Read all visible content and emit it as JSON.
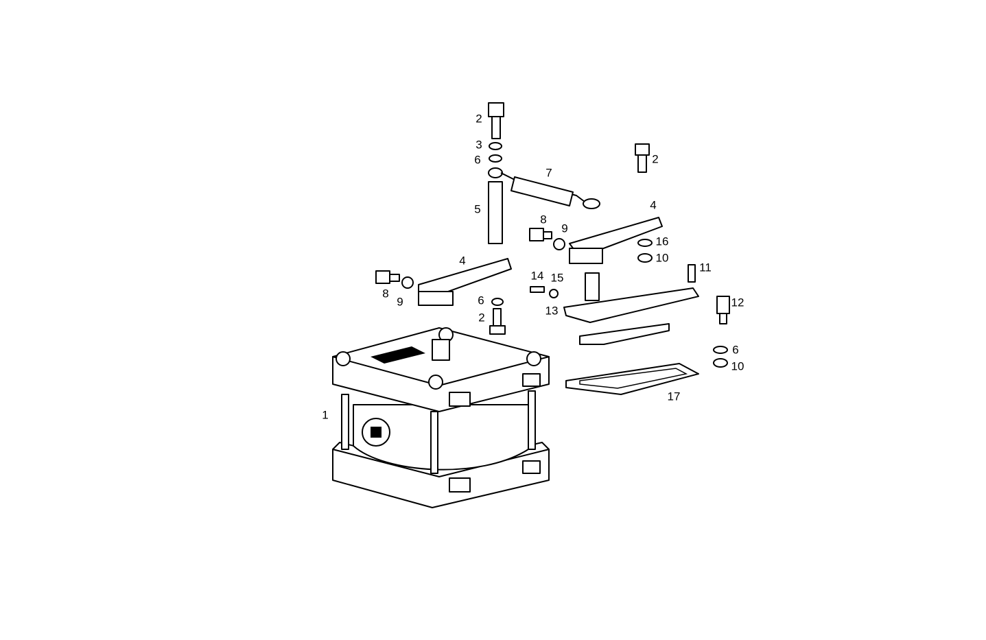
{
  "diagram": {
    "type": "exploded parts drawing",
    "line_color": "#000000",
    "background": "#ffffff",
    "callouts": [
      "2",
      "3",
      "6",
      "7",
      "2",
      "5",
      "4",
      "8",
      "9",
      "16",
      "10",
      "4",
      "11",
      "14",
      "15",
      "8",
      "9",
      "6",
      "13",
      "2",
      "12",
      "6",
      "10",
      "17",
      "1"
    ]
  }
}
